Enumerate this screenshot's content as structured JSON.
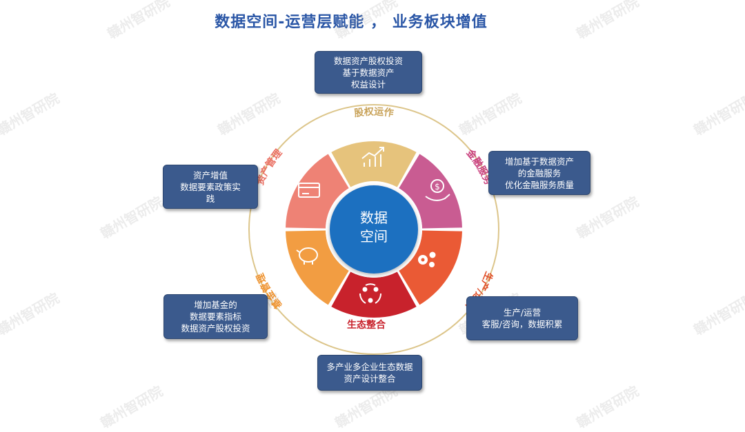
{
  "title": "数据空间-运营层赋能 ， 业务板块增值",
  "watermark": "赣州智研院",
  "center": {
    "line1": "数据",
    "line2": "空间"
  },
  "segments": [
    {
      "label": "股权运作",
      "color": "#e6c37c"
    },
    {
      "label": "金融服务",
      "color": "#c95c92"
    },
    {
      "label": "生产/运营",
      "color": "#ea5a35"
    },
    {
      "label": "生态整合",
      "color": "#c8222c"
    },
    {
      "label": "基金管理",
      "color": "#f29d42"
    },
    {
      "label": "资产管理",
      "color": "#ee8275"
    }
  ],
  "boxes": {
    "top": [
      "数据资产股权投资",
      "基于数据资产",
      "权益设计"
    ],
    "right_top": [
      "增加基于数据资产",
      "的金融服务",
      "优化金融服务质量"
    ],
    "left": [
      "资产增值",
      "数据要素政策实",
      "践"
    ],
    "right_bottom": [
      "生产/运营",
      "客服/咨询，数据积累"
    ],
    "left_bottom": [
      "增加基金的",
      "数据要素指标",
      "数据资产股权投资"
    ],
    "bottom": [
      "多产业多企业生态数据",
      "资产设计整合"
    ]
  },
  "colors": {
    "center": "#1f6fc0",
    "box": "#3b5a8d",
    "ring": "#dcc58a",
    "title": "#2a56a6"
  }
}
